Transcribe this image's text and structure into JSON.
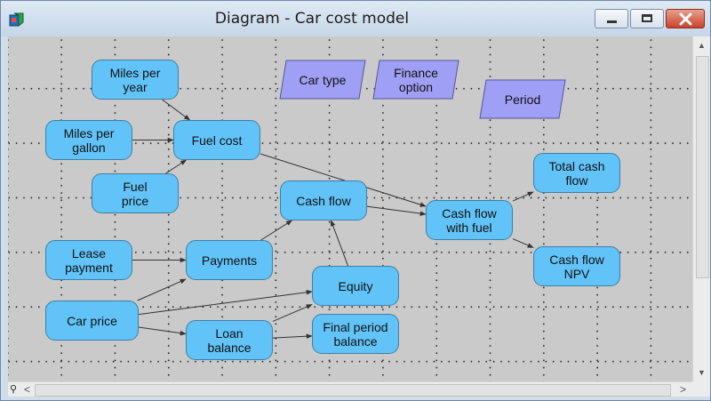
{
  "window": {
    "title": "Diagram - Car cost model",
    "icon": "app-model-icon",
    "controls": [
      "minimize-icon",
      "maximize-icon",
      "close-icon"
    ]
  },
  "colors": {
    "node_fill": "#62c3f8",
    "node_border": "#3f7fa6",
    "decision_fill": "#9f9ff5",
    "decision_border": "#55559a",
    "canvas": "#cacaca",
    "close_button": "#c8432c"
  },
  "nodes": [
    {
      "id": "miles_per_year",
      "label": "Miles per\nyear"
    },
    {
      "id": "miles_per_gallon",
      "label": "Miles per\ngallon"
    },
    {
      "id": "fuel_cost",
      "label": "Fuel cost"
    },
    {
      "id": "fuel_price",
      "label": "Fuel\nprice"
    },
    {
      "id": "cash_flow",
      "label": "Cash flow"
    },
    {
      "id": "cash_flow_with_fuel",
      "label": "Cash flow\nwith fuel"
    },
    {
      "id": "total_cash_flow",
      "label": "Total cash\nflow"
    },
    {
      "id": "cash_flow_npv",
      "label": "Cash flow\nNPV"
    },
    {
      "id": "lease_payment",
      "label": "Lease\npayment"
    },
    {
      "id": "payments",
      "label": "Payments"
    },
    {
      "id": "equity",
      "label": "Equity"
    },
    {
      "id": "car_price",
      "label": "Car price"
    },
    {
      "id": "loan_balance",
      "label": "Loan\nbalance"
    },
    {
      "id": "final_period_balance",
      "label": "Final period\nbalance"
    }
  ],
  "decisions": [
    {
      "id": "car_type",
      "label": "Car type"
    },
    {
      "id": "finance_option",
      "label": "Finance\noption"
    },
    {
      "id": "period",
      "label": "Period"
    }
  ],
  "edges": [
    [
      "miles_per_year",
      "fuel_cost"
    ],
    [
      "miles_per_gallon",
      "fuel_cost"
    ],
    [
      "fuel_price",
      "fuel_cost"
    ],
    [
      "fuel_cost",
      "cash_flow_with_fuel"
    ],
    [
      "cash_flow",
      "cash_flow_with_fuel"
    ],
    [
      "cash_flow_with_fuel",
      "total_cash_flow"
    ],
    [
      "cash_flow_with_fuel",
      "cash_flow_npv"
    ],
    [
      "lease_payment",
      "payments"
    ],
    [
      "payments",
      "cash_flow"
    ],
    [
      "equity",
      "cash_flow"
    ],
    [
      "car_price",
      "payments"
    ],
    [
      "car_price",
      "equity"
    ],
    [
      "car_price",
      "loan_balance"
    ],
    [
      "loan_balance",
      "equity"
    ],
    [
      "loan_balance",
      "final_period_balance"
    ]
  ],
  "scrollbars": {
    "up_arrow": "▲",
    "down_arrow": "▼",
    "left_arrow": "<",
    "right_arrow": ">"
  }
}
